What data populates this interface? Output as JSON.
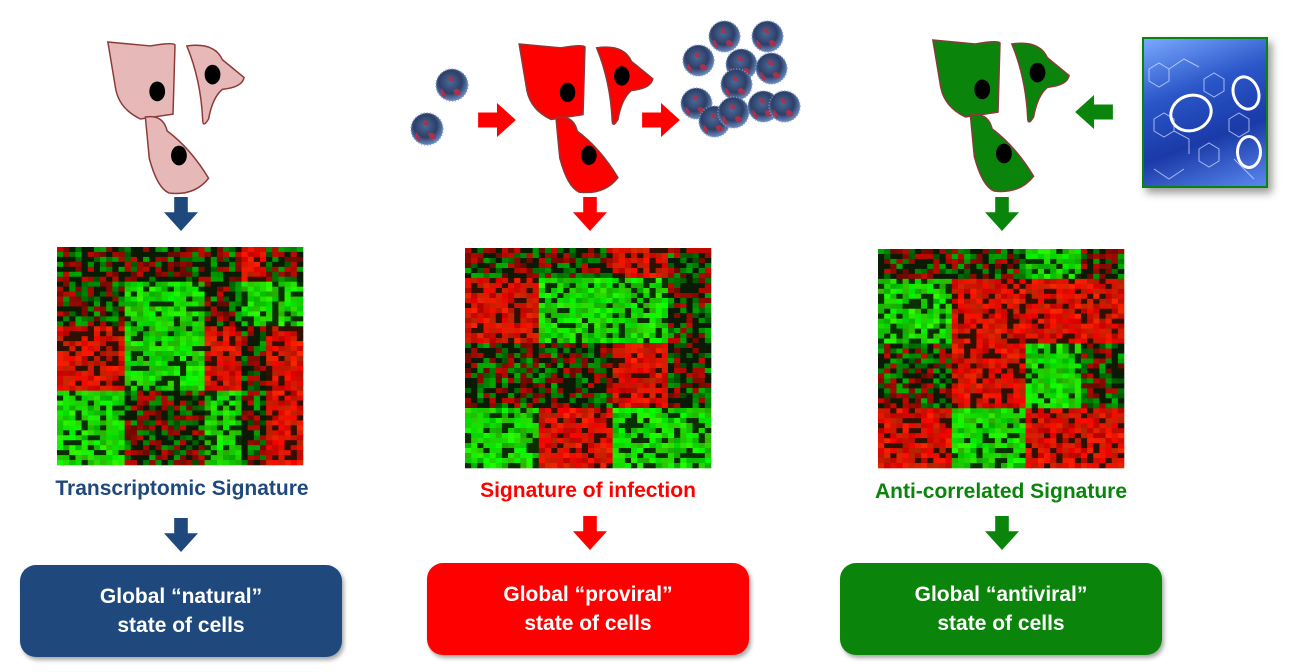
{
  "colors": {
    "natural": "#1f497d",
    "proviral": "#ff0000",
    "antiviral": "#0a840a",
    "cell_natural": "#e6b8b7"
  },
  "columns": [
    {
      "key": "natural",
      "signature_label": "Transcriptomic Signature",
      "state_line1": "Global “natural”",
      "state_line2": "state of cells"
    },
    {
      "key": "proviral",
      "signature_label": "Signature of infection",
      "state_line1": "Global “proviral”",
      "state_line2": "state of cells"
    },
    {
      "key": "antiviral",
      "signature_label": "Anti-correlated Signature",
      "state_line1": "Global “antiviral”",
      "state_line2": "state of cells"
    }
  ],
  "heatmaps": [
    {
      "cols": [
        0.28,
        0.33,
        0.14,
        0.1,
        0.15
      ],
      "rows": [
        0.15,
        0.22,
        0.28,
        0.35
      ],
      "pattern": [
        [
          "k",
          "k",
          "k",
          "r",
          "k"
        ],
        [
          "k",
          "g",
          "k",
          "g",
          "g"
        ],
        [
          "r",
          "g",
          "r",
          "k",
          "r"
        ],
        [
          "g",
          "k",
          "g",
          "k",
          "r"
        ]
      ]
    },
    {
      "cols": [
        0.29,
        0.32,
        0.21,
        0.18
      ],
      "rows": [
        0.13,
        0.3,
        0.3,
        0.27
      ],
      "pattern": [
        [
          "k",
          "k",
          "r",
          "k"
        ],
        [
          "r",
          "g",
          "g",
          "k"
        ],
        [
          "k",
          "k",
          "r",
          "k"
        ],
        [
          "g",
          "r",
          "g",
          "g"
        ]
      ]
    },
    {
      "cols": [
        0.29,
        0.32,
        0.21,
        0.18
      ],
      "rows": [
        0.13,
        0.3,
        0.3,
        0.27
      ],
      "pattern": [
        [
          "k",
          "k",
          "g",
          "k"
        ],
        [
          "g",
          "r",
          "r",
          "r"
        ],
        [
          "k",
          "r",
          "g",
          "k"
        ],
        [
          "r",
          "g",
          "r",
          "r"
        ]
      ]
    }
  ]
}
